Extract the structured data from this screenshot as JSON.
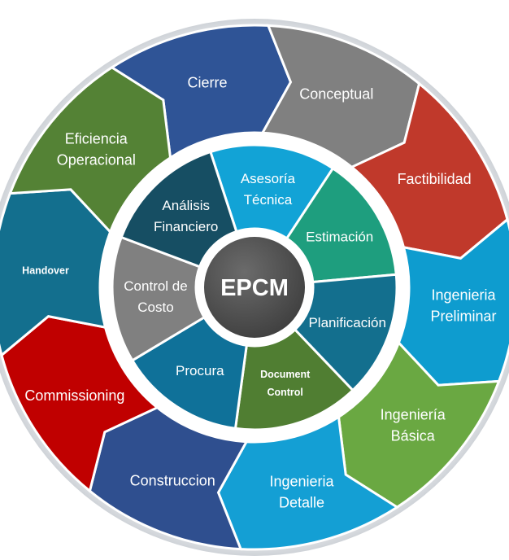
{
  "center": {
    "label": "EPCM",
    "color": "#555555"
  },
  "outer_ring": [
    {
      "lines": [
        "Cierre"
      ],
      "color": "#2F5496"
    },
    {
      "lines": [
        "Conceptual"
      ],
      "color": "#808080"
    },
    {
      "lines": [
        "Factibilidad"
      ],
      "color": "#C0392B"
    },
    {
      "lines": [
        "Ingenieria",
        "Preliminar"
      ],
      "color": "#0E9CCF"
    },
    {
      "lines": [
        "Ingeniería",
        "Básica"
      ],
      "color": "#6AA842"
    },
    {
      "lines": [
        "Ingenieria",
        "Detalle"
      ],
      "color": "#149FD4"
    },
    {
      "lines": [
        "Construccion"
      ],
      "color": "#2F4F8F"
    },
    {
      "lines": [
        "Commissioning"
      ],
      "color": "#C00000"
    },
    {
      "lines": [
        "Handover"
      ],
      "color": "#136F8E"
    },
    {
      "lines": [
        "Eficiencia",
        "Operacional"
      ],
      "color": "#548235"
    }
  ],
  "inner_ring": [
    {
      "lines": [
        "Asesoría",
        "Técnica"
      ],
      "color": "#12A3D6"
    },
    {
      "lines": [
        "Estimación"
      ],
      "color": "#1E9E7E"
    },
    {
      "lines": [
        "Planificación"
      ],
      "color": "#136F8E"
    },
    {
      "lines": [
        "Document",
        "Control"
      ],
      "color": "#507E32"
    },
    {
      "lines": [
        "Procura"
      ],
      "color": "#0F7199"
    },
    {
      "lines": [
        "Control de",
        "Costo"
      ],
      "color": "#808080"
    },
    {
      "lines": [
        "Análisis",
        "Financiero"
      ],
      "color": "#164E63"
    }
  ]
}
